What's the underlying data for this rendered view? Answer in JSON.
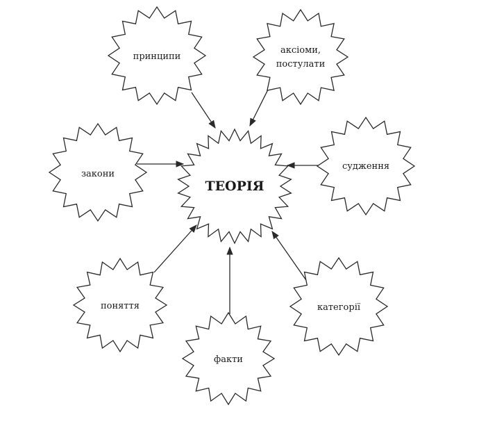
{
  "diagram": {
    "center": {
      "label": "ТЕОРІЯ"
    },
    "nodes": [
      {
        "id": "pryntsypy",
        "lines": [
          "принципи"
        ]
      },
      {
        "id": "aksiomy",
        "lines": [
          "аксіоми,",
          "постулати"
        ]
      },
      {
        "id": "sudzhennia",
        "lines": [
          "судження"
        ]
      },
      {
        "id": "katehorii",
        "lines": [
          "категорії"
        ]
      },
      {
        "id": "fakty",
        "lines": [
          "факти"
        ]
      },
      {
        "id": "poniattia",
        "lines": [
          "поняття"
        ]
      },
      {
        "id": "zakony",
        "lines": [
          "закони"
        ]
      }
    ]
  }
}
